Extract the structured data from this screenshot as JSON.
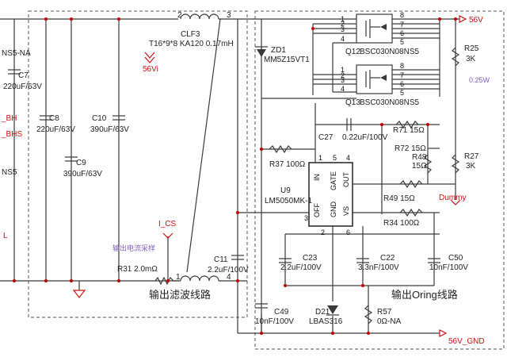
{
  "labels": {
    "ns5_na": "NS5-NA",
    "bh": "_BH",
    "bhs": "_BHS",
    "ns5": "NS5",
    "l": "L",
    "clf3": "CLF3",
    "clf3_desc": "T16*9*8 KA120 0.17mH",
    "v56vi": "56Vi",
    "c7": "C7",
    "c7_val": "220uF/63V",
    "c8": "C8",
    "c8_val": "220uF/63V",
    "c9": "C9",
    "c9_val": "390uF/63V",
    "c10": "C10",
    "c10_val": "390uF/63V",
    "i_cs": "I_CS",
    "cs_note": "输出电流采样",
    "r31": "R31 2.0mΩ",
    "c11": "C11",
    "c11_val": "2.2uF/100V",
    "filter_title": "输出滤波线路",
    "oring_title": "输出Oring线路",
    "zd1": "ZD1",
    "zd1_val": "MM5Z15VT1",
    "q12": "Q12",
    "q12_val": "BSC030N08NS5",
    "q13": "Q13",
    "q13_val": "BSC030N08NS5",
    "v56v": "56V",
    "r25": "R25",
    "r25_val": "3K",
    "r25_pwr": "0.25W",
    "c27": "C27",
    "c27_val": "0.22uF/100V",
    "r71": "R71 15Ω",
    "r72": "R72 15Ω",
    "r48": "R48",
    "r48_val": "15Ω",
    "r27": "R27",
    "r27_val": "3K",
    "r37": "R37 100Ω",
    "u9": "U9",
    "u9_val": "LM5050MK-1",
    "pin_in": "IN",
    "pin_gate": "GATE",
    "pin_gnd": "GND",
    "pin_out": "OUT",
    "pin_off": "OFF",
    "pin_vs": "VS",
    "r49": "R49 15Ω",
    "dummy": "Dummy",
    "r34": "R34 100Ω",
    "c23": "C23",
    "c23_val": "2.2uF/100V",
    "c22": "C22",
    "c22_val": "3.3nF/100V",
    "c50": "C50",
    "c50_val": "10nF/100V",
    "c49": "C49",
    "c49_val": "10nF/100V",
    "d21": "D21",
    "d21_val": "LBAS316",
    "r57": "R57",
    "r57_val": "0Ω-NA",
    "v56v_gnd": "56V_GND",
    "n1": "1",
    "n2": "2",
    "n3": "3",
    "n4": "4",
    "n5": "5",
    "n6": "6",
    "n7": "7",
    "n8": "8"
  },
  "colors": {
    "net_label": "#d01010",
    "annotation": "#8060c0",
    "wire": "#3a3a3a"
  }
}
